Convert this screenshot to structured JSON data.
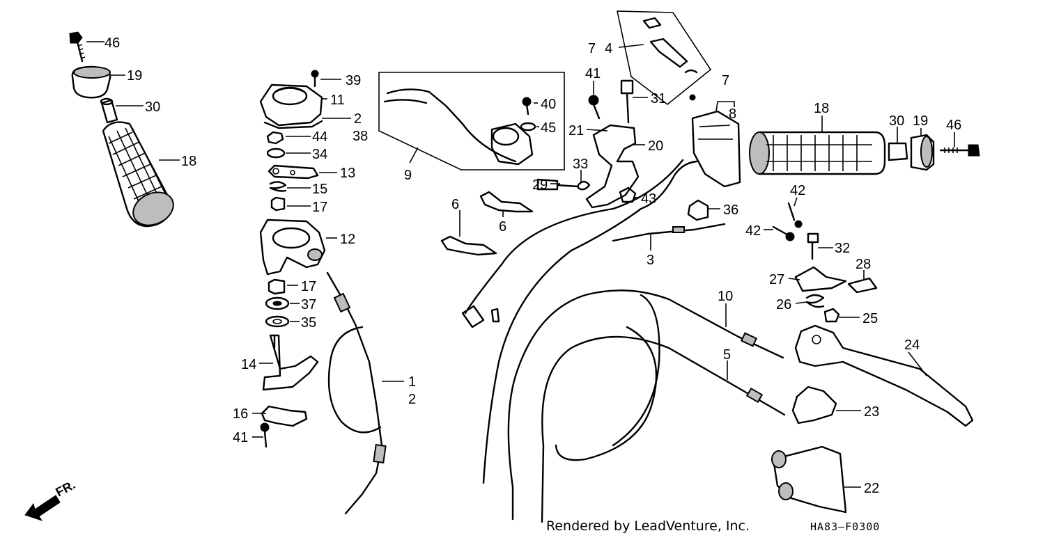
{
  "diagram": {
    "callouts": [
      {
        "id": "c1",
        "label": "46"
      },
      {
        "id": "c2",
        "label": "19"
      },
      {
        "id": "c3",
        "label": "30"
      },
      {
        "id": "c4",
        "label": "18"
      },
      {
        "id": "c5",
        "label": "39"
      },
      {
        "id": "c6",
        "label": "11"
      },
      {
        "id": "c7",
        "label": "2"
      },
      {
        "id": "c8",
        "label": "38"
      },
      {
        "id": "c9",
        "label": "44"
      },
      {
        "id": "c10",
        "label": "34"
      },
      {
        "id": "c11",
        "label": "13"
      },
      {
        "id": "c12",
        "label": "15"
      },
      {
        "id": "c13",
        "label": "17"
      },
      {
        "id": "c14",
        "label": "12"
      },
      {
        "id": "c15",
        "label": "17"
      },
      {
        "id": "c16",
        "label": "37"
      },
      {
        "id": "c17",
        "label": "35"
      },
      {
        "id": "c18",
        "label": "14"
      },
      {
        "id": "c19",
        "label": "16"
      },
      {
        "id": "c20",
        "label": "41"
      },
      {
        "id": "c21",
        "label": "1"
      },
      {
        "id": "c22",
        "label": "2"
      },
      {
        "id": "c23",
        "label": "40"
      },
      {
        "id": "c24",
        "label": "45"
      },
      {
        "id": "c25",
        "label": "9"
      },
      {
        "id": "c26",
        "label": "6"
      },
      {
        "id": "c27",
        "label": "6"
      },
      {
        "id": "c28",
        "label": "7"
      },
      {
        "id": "c29",
        "label": "4"
      },
      {
        "id": "c30",
        "label": "41"
      },
      {
        "id": "c31",
        "label": "31"
      },
      {
        "id": "c32",
        "label": "21"
      },
      {
        "id": "c33",
        "label": "20"
      },
      {
        "id": "c34",
        "label": "33"
      },
      {
        "id": "c35",
        "label": "29"
      },
      {
        "id": "c36",
        "label": "43"
      },
      {
        "id": "c37",
        "label": "7"
      },
      {
        "id": "c38",
        "label": "8"
      },
      {
        "id": "c39",
        "label": "36"
      },
      {
        "id": "c40",
        "label": "3"
      },
      {
        "id": "c41",
        "label": "18"
      },
      {
        "id": "c42",
        "label": "30"
      },
      {
        "id": "c43",
        "label": "19"
      },
      {
        "id": "c44",
        "label": "46"
      },
      {
        "id": "c45",
        "label": "42"
      },
      {
        "id": "c46",
        "label": "42"
      },
      {
        "id": "c47",
        "label": "32"
      },
      {
        "id": "c48",
        "label": "28"
      },
      {
        "id": "c49",
        "label": "27"
      },
      {
        "id": "c50",
        "label": "26"
      },
      {
        "id": "c51",
        "label": "25"
      },
      {
        "id": "c52",
        "label": "10"
      },
      {
        "id": "c53",
        "label": "24"
      },
      {
        "id": "c54",
        "label": "5"
      },
      {
        "id": "c55",
        "label": "23"
      },
      {
        "id": "c56",
        "label": "22"
      }
    ],
    "front_marker": "FR.",
    "credit": "Rendered by LeadVenture, Inc.",
    "code": "HA83—F0300"
  }
}
